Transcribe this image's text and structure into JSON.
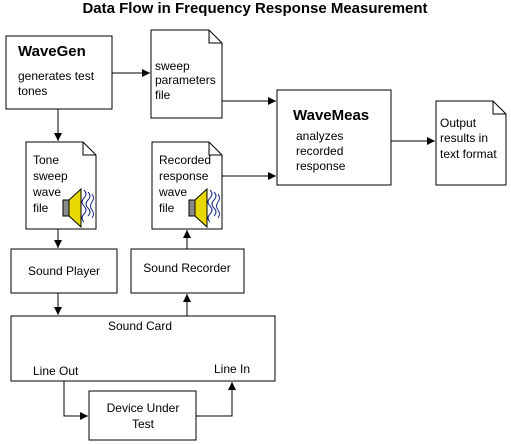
{
  "title": "Data Flow in Frequency Response Measurement",
  "wavegen": {
    "title": "WaveGen",
    "desc": [
      "generates test",
      "tones"
    ]
  },
  "sweep_file": {
    "lines": [
      "sweep",
      "parameters",
      "file"
    ]
  },
  "wavemeas": {
    "title": "WaveMeas",
    "desc": [
      "analyzes",
      "recorded",
      "response"
    ]
  },
  "output_file": {
    "lines": [
      "Output",
      "results in",
      "text format"
    ]
  },
  "tone_file": {
    "lines": [
      "Tone",
      "sweep",
      "wave",
      "file"
    ],
    "icon": "speaker-icon"
  },
  "recorded_file": {
    "lines": [
      "Recorded",
      "response",
      "wave",
      "file"
    ],
    "icon": "speaker-icon"
  },
  "sound_player": {
    "label": "Sound Player"
  },
  "sound_recorder": {
    "label": "Sound Recorder"
  },
  "sound_card": {
    "label": "Sound Card",
    "line_out": "Line Out",
    "line_in": "Line In"
  },
  "dut": {
    "lines": [
      "Device Under",
      "Test"
    ]
  },
  "colors": {
    "speaker_cone": "#e8d800",
    "speaker_body": "#8a8a8a",
    "wave": "#1a2a8a"
  }
}
